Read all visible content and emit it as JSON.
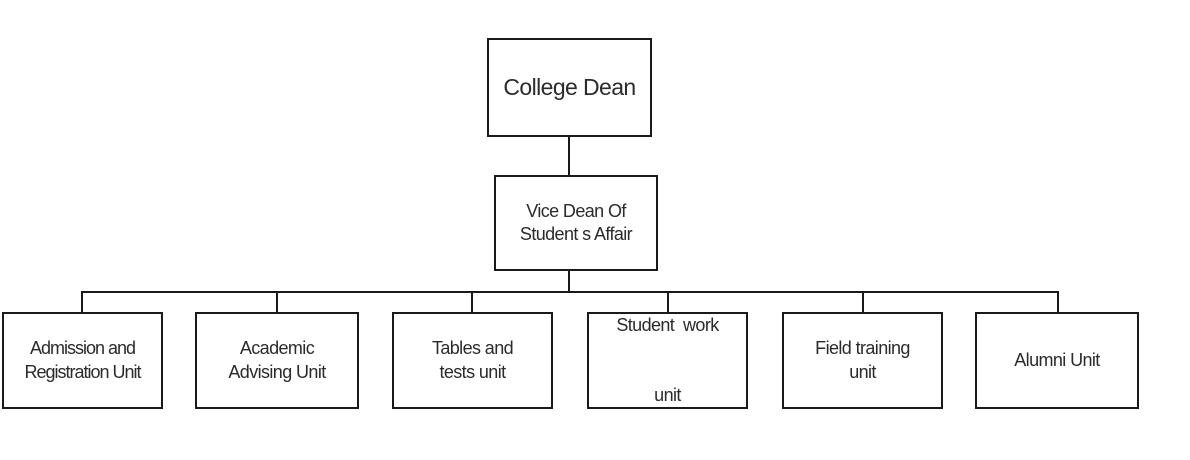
{
  "diagram": {
    "type": "org-chart",
    "root": {
      "label": "College Dean"
    },
    "level2": {
      "label_lines": [
        "Vice Dean Of",
        "Student s Affair"
      ]
    },
    "units": [
      {
        "label_lines": [
          "Admission and",
          "Registration Unit"
        ]
      },
      {
        "label_lines": [
          "Academic",
          "Advising Unit"
        ]
      },
      {
        "label_lines": [
          "Tables and",
          "tests unit"
        ]
      },
      {
        "label_lines": [
          "Student  work",
          "unit"
        ]
      },
      {
        "label_lines": [
          "Field training",
          "unit"
        ]
      },
      {
        "label_lines": [
          "Alumni Unit"
        ]
      }
    ],
    "colors": {
      "line": "#1a1a1a",
      "text": "#2b2b2b",
      "background": "#ffffff"
    }
  }
}
